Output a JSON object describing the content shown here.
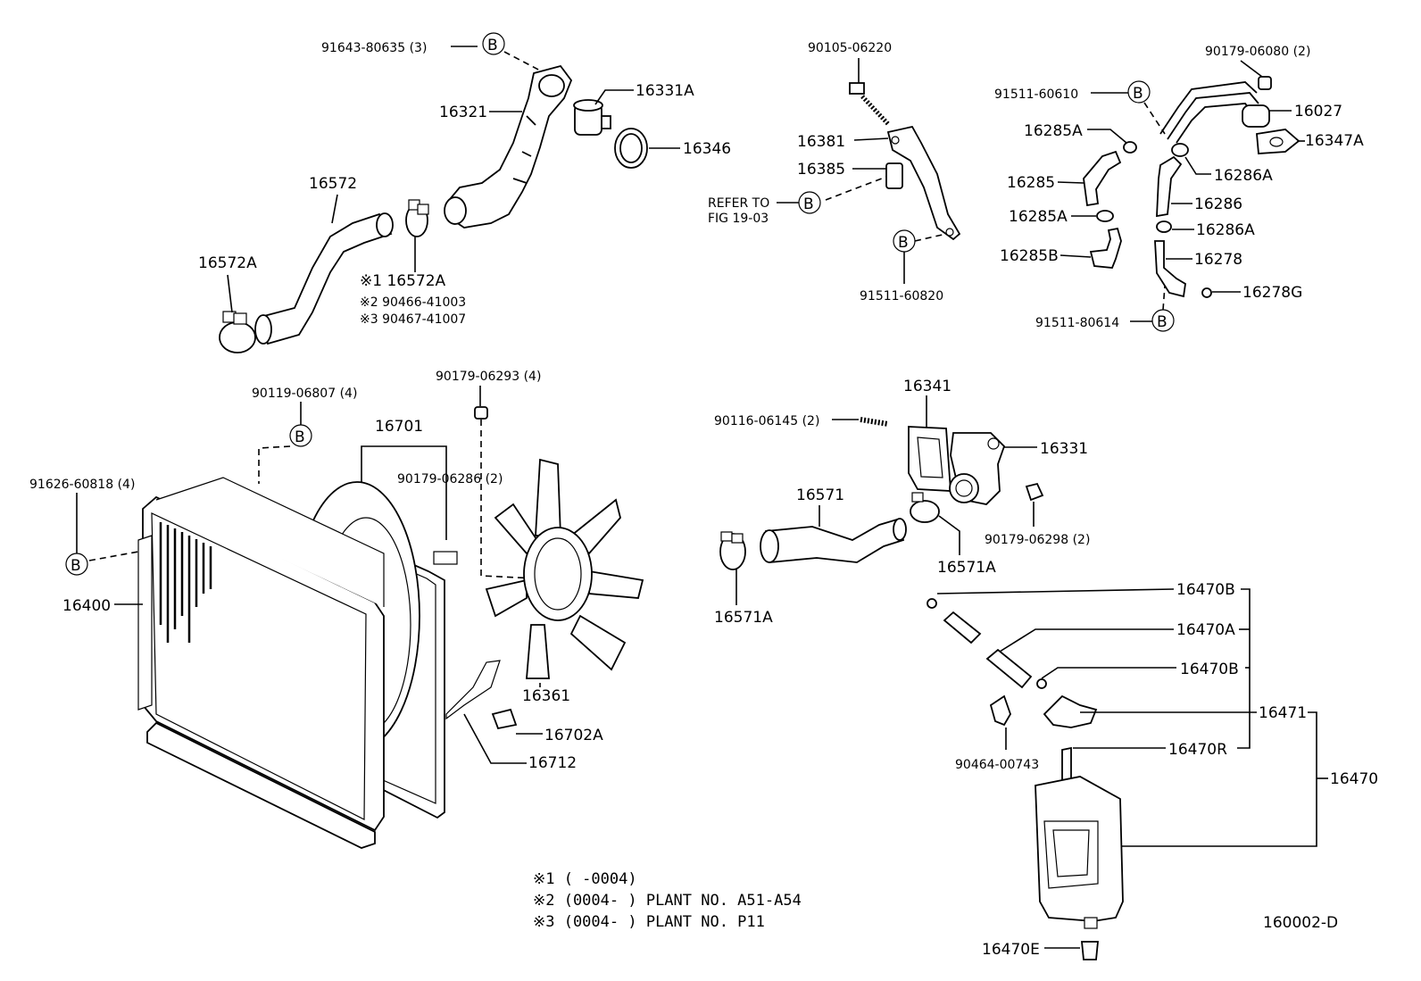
{
  "diagram": {
    "labels": {
      "p91643": "91643-80635 (3)",
      "p16331A": "16331A",
      "p16321": "16321",
      "p16346": "16346",
      "p16572": "16572",
      "p16572A_left": "16572A",
      "p16572A_right": "16572A",
      "n1_p16572A": "※1 16572A",
      "n2_p90466": "※2 90466-41003",
      "n3_p90467": "※3 90467-41007",
      "p90105": "90105-06220",
      "p16381": "16381",
      "p16385": "16385",
      "refer_line1": "REFER TO",
      "refer_line2": "FIG 19-03",
      "p91511_60820": "91511-60820",
      "p90179_06080": "90179-06080 (2)",
      "p91511_60610": "91511-60610",
      "p16027": "16027",
      "p16285A_top": "16285A",
      "p16347A": "16347A",
      "p16286A_top": "16286A",
      "p16285": "16285",
      "p16286": "16286",
      "p16285A_bot": "16285A",
      "p16286A_bot": "16286A",
      "p16285B": "16285B",
      "p16278": "16278",
      "p16278G": "16278G",
      "p91511_80614": "91511-80614",
      "p90119": "90119-06807 (4)",
      "p90179_06293": "90179-06293 (4)",
      "p16701": "16701",
      "p90179_06286": "90179-06286 (2)",
      "p91626": "91626-60818 (4)",
      "p16400": "16400",
      "p16361": "16361",
      "p16702A": "16702A",
      "p16712": "16712",
      "p16341": "16341",
      "p90116": "90116-06145 (2)",
      "p16331": "16331",
      "p16571": "16571",
      "p90179_06298": "90179-06298 (2)",
      "p16571A_left": "16571A",
      "p16571A_right": "16571A",
      "p16470B_top": "16470B",
      "p16470A": "16470A",
      "p16470B_mid": "16470B",
      "p16471": "16471",
      "p16470R": "16470R",
      "p90464": "90464-00743",
      "p16470": "16470",
      "p16470E": "16470E",
      "fig_code": "160002-D"
    },
    "callout_letter": "B",
    "footnotes": [
      "※1 (      -0004)",
      "※2 (0004-      ) PLANT NO.  A51-A54",
      "※3 (0004-      ) PLANT NO.  P11"
    ]
  }
}
